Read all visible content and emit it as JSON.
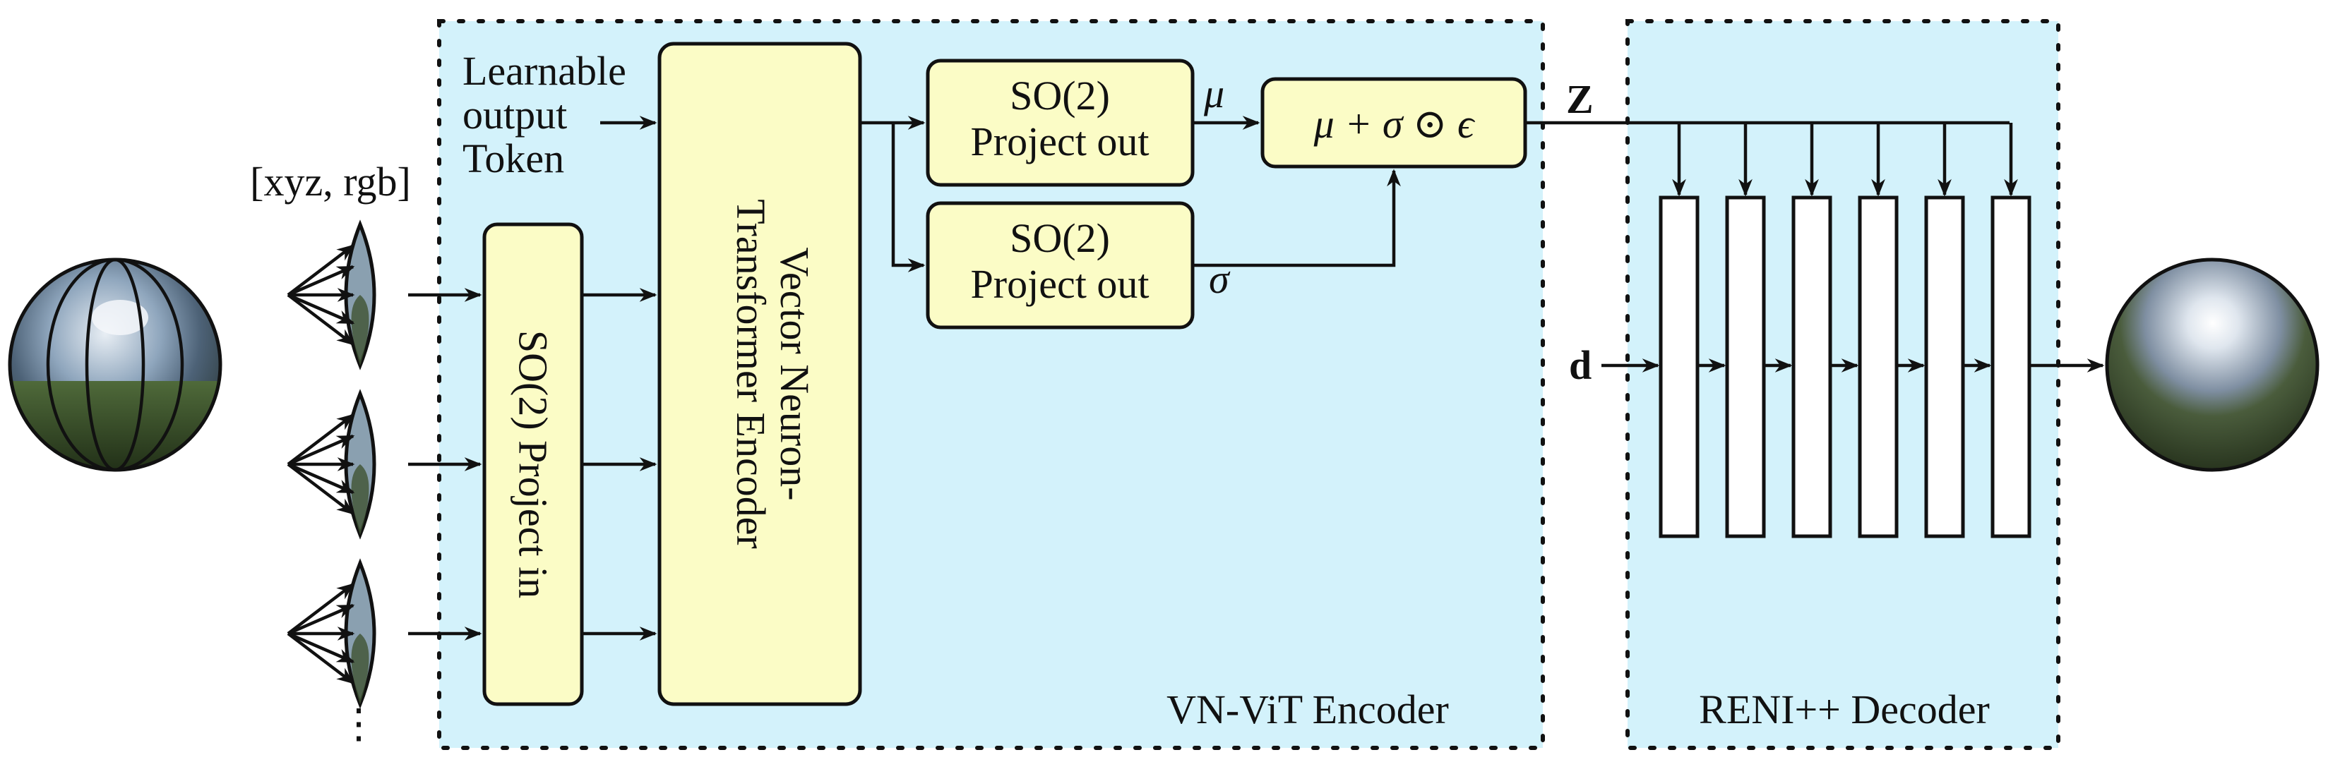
{
  "inputs": {
    "label": "[xyz, rgb]",
    "ellipsis": "⋮"
  },
  "encoder": {
    "title": "VN-ViT Encoder",
    "token_label_lines": [
      "Learnable",
      "output",
      "Token"
    ],
    "project_in_label": "SO(2) Project in",
    "transformer_label_lines": [
      "Vector Neuron-",
      "Transformer Encoder"
    ],
    "project_out_mu_lines": [
      "SO(2)",
      "Project out"
    ],
    "project_out_sigma_lines": [
      "SO(2)",
      "Project out"
    ],
    "mu_symbol": "μ",
    "sigma_symbol": "σ",
    "reparam_label": "μ + σ ⊙ ϵ"
  },
  "decoder": {
    "title": "RENI++ Decoder",
    "latent_label": "Z",
    "direction_label": "d",
    "layer_count": 6
  },
  "colors": {
    "region_fill": "#d3f2fb",
    "box_fill": "#fbfcc6",
    "stroke": "#111111"
  },
  "icons": [
    "environment-map-sphere-icon",
    "sphere-patch-icon",
    "decoded-sphere-icon"
  ]
}
